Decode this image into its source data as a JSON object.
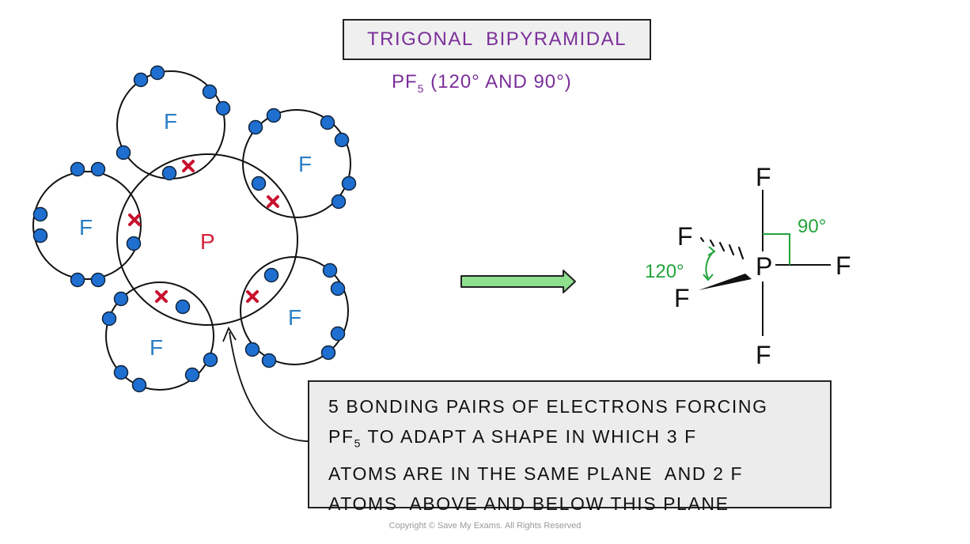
{
  "title": "TRIGONAL  BIPYRAMIDAL",
  "subtitle": {
    "formula_main": "PF",
    "formula_sub": "5",
    "angles": " (120° AND 90°)"
  },
  "dot_cross": {
    "central_atom": "P",
    "outer_atom": "F",
    "outer_count": 5,
    "electron_symbol_shared_from_P": "x",
    "electron_symbol_F": "dot"
  },
  "structure": {
    "central_atom": "P",
    "ligand": "F",
    "angle_equatorial": "120°",
    "angle_axial": "90°"
  },
  "note": {
    "line1": "5 BONDING PAIRS OF ELECTRONS FORCING",
    "line2_main": "PF",
    "line2_sub": "5",
    "line2_rest": " TO ADAPT A SHAPE IN WHICH 3 F",
    "line3": "ATOMS ARE IN THE SAME PLANE  AND 2 F",
    "line4": "ATOMS  ABOVE AND BELOW THIS PLANE"
  },
  "copyright": "Copyright © Save My Exams. All Rights Reserved",
  "colors": {
    "title": "#7b2f9a",
    "fluorine": "#2b7fc6",
    "phosphorus": "#d6203a",
    "electron_dot": "#1f6fd1",
    "electron_cross": "#c8102e",
    "arrow": "#8fe08f",
    "angle": "#22a33b"
  }
}
